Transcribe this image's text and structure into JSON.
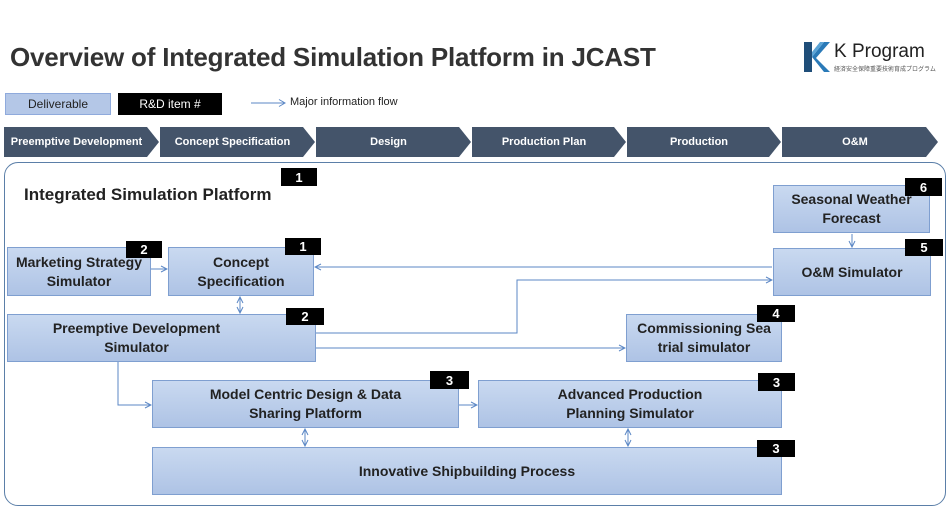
{
  "page": {
    "title": "Overview of Integrated Simulation Platform in JCAST"
  },
  "logo": {
    "text": "K Program",
    "subtitle": "経済安全保障重要技術育成プログラム"
  },
  "legend": {
    "deliverable": "Deliverable",
    "rd_item": "R&D item #",
    "flow": "Major information flow"
  },
  "stages": [
    "Preemptive Development",
    "Concept Specification",
    "Design",
    "Production Plan",
    "Production",
    "O&M"
  ],
  "platform": {
    "title": "Integrated Simulation Platform",
    "badge": "1"
  },
  "boxes": {
    "marketing": {
      "label": "Marketing Strategy Simulator",
      "badge": "2"
    },
    "concept": {
      "label": "Concept Specification",
      "badge": "1"
    },
    "preemptive": {
      "label": "Preemptive Development Simulator",
      "badge": "2"
    },
    "model": {
      "label": "Model Centric Design & Data Sharing Platform",
      "badge": "3"
    },
    "production": {
      "label": "Advanced Production Planning Simulator",
      "badge": "3"
    },
    "commissioning": {
      "label": "Commissioning Sea trial simulator",
      "badge": "4"
    },
    "weather": {
      "label": "Seasonal Weather Forecast",
      "badge": "6"
    },
    "om": {
      "label": "O&M Simulator",
      "badge": "5"
    },
    "shipbuilding": {
      "label": "Innovative Shipbuilding Process",
      "badge": "3"
    }
  },
  "colors": {
    "stage": "#44546a",
    "box_fill": "#b4c7e7",
    "box_border": "#7f9fd0",
    "arrow": "#5b87c5",
    "badge": "#000000",
    "logo_accent": "#2a7ab8"
  }
}
